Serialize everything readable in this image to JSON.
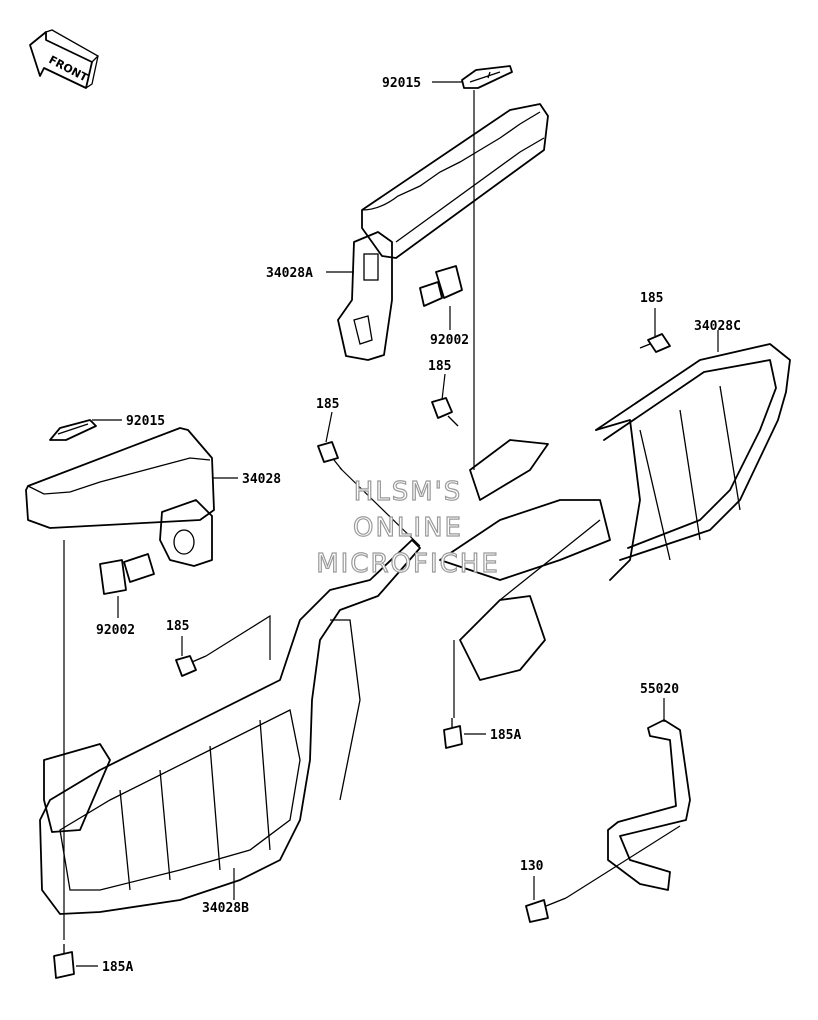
{
  "diagram": {
    "front_arrow_label": "FRONT",
    "watermark": [
      "HLSM'S",
      "ONLINE",
      "MICROFICHE"
    ],
    "callouts": {
      "c92015_top": "92015",
      "c34028A": "34028A",
      "c92002_top": "92002",
      "c185_a": "185",
      "c34028C": "34028C",
      "c185_b": "185",
      "c185_c": "185",
      "c92015_left": "92015",
      "c34028": "34028",
      "c92002_left": "92002",
      "c185_d": "185",
      "c185A_mid": "185A",
      "c55020": "55020",
      "c34028B": "34028B",
      "c130": "130",
      "c185A_bottom": "185A"
    }
  }
}
